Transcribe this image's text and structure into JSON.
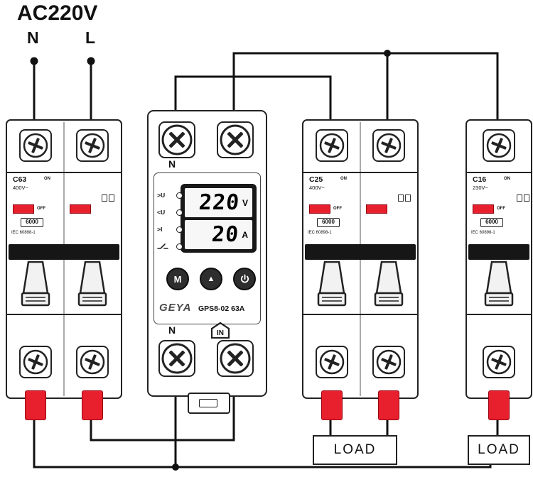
{
  "supply": {
    "title": "AC220V",
    "neutral": "N",
    "line": "L"
  },
  "breakers": [
    {
      "model": "C63",
      "voltage": "400V~",
      "on": "ON",
      "off": "OFF",
      "capacity": "6000",
      "standard": "IEC 60898-1"
    },
    {
      "model": "C25",
      "voltage": "400V~",
      "on": "ON",
      "off": "OFF",
      "capacity": "6000",
      "standard": "IEC 60898-1"
    },
    {
      "model": "C16",
      "voltage": "230V~",
      "on": "ON",
      "off": "OFF",
      "capacity": "6000",
      "standard": "IEC 60898-1"
    }
  ],
  "device": {
    "brand": "GEYA",
    "model": "GPS8-02 63A",
    "terminal_top": "N",
    "terminal_bottom": "N",
    "terminal_in": "IN",
    "display": {
      "voltage": "220",
      "voltage_unit": "V",
      "current": "20",
      "current_unit": "A"
    },
    "indicators": {
      "over_voltage": ">U",
      "under_voltage": "<U",
      "over_current": ">I"
    },
    "buttons": {
      "menu": "M",
      "up": "▲"
    }
  },
  "loads": [
    {
      "label": "LOAD"
    },
    {
      "label": "LOAD"
    }
  ],
  "colors": {
    "wire": "#111111",
    "accent_red": "#e8202d",
    "lcd_bezel": "#181818",
    "button": "#2e2e2e"
  }
}
